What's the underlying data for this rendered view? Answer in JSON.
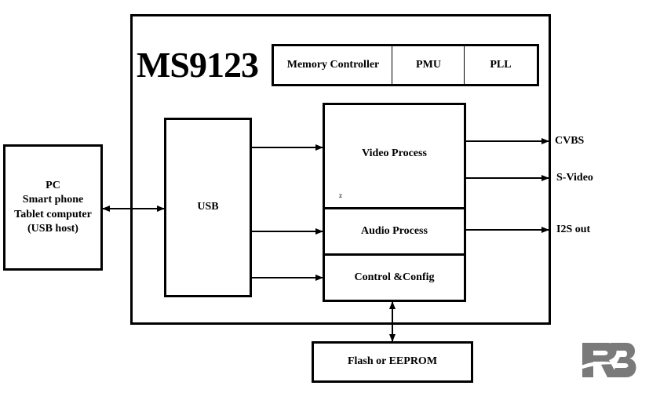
{
  "diagram": {
    "chip": {
      "title": "MS9123",
      "top_blocks": [
        "Memory Controller",
        "PMU",
        "PLL"
      ],
      "usb_block": "USB",
      "process_blocks": {
        "video": "Video Process",
        "video_mark": "z",
        "audio": "Audio Process",
        "control": "Control &Config"
      }
    },
    "host": {
      "lines": [
        "PC",
        "Smart phone",
        "Tablet computer",
        "(USB host)"
      ]
    },
    "storage": "Flash or EEPROM",
    "outputs": {
      "cvbs": "CVBS",
      "svideo": "S-Video",
      "i2s": "I2S out"
    },
    "watermark": "RB"
  }
}
